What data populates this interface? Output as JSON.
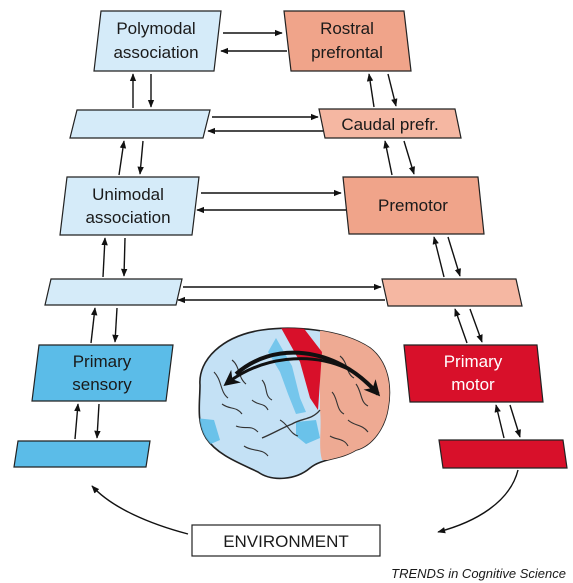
{
  "colors": {
    "light_blue": "#d5ebf9",
    "mid_blue": "#5bbce8",
    "salmon": "#f0a48a",
    "light_salmon": "#f5b7a2",
    "red": "#d8102a",
    "brain_blue": "#c4e1f5",
    "brain_salmon": "#eeaa93"
  },
  "left_column": {
    "polymodal": [
      "Polymodal",
      "association"
    ],
    "unimodal": [
      "Unimodal",
      "association"
    ],
    "primary_sensory": [
      "Primary",
      "sensory"
    ]
  },
  "right_column": {
    "rostral": [
      "Rostral",
      "prefrontal"
    ],
    "caudal": "Caudal prefr.",
    "premotor": "Premotor",
    "primary_motor": [
      "Primary",
      "motor"
    ]
  },
  "environment": "ENVIRONMENT",
  "credit": "TRENDS in Cognitive Science"
}
